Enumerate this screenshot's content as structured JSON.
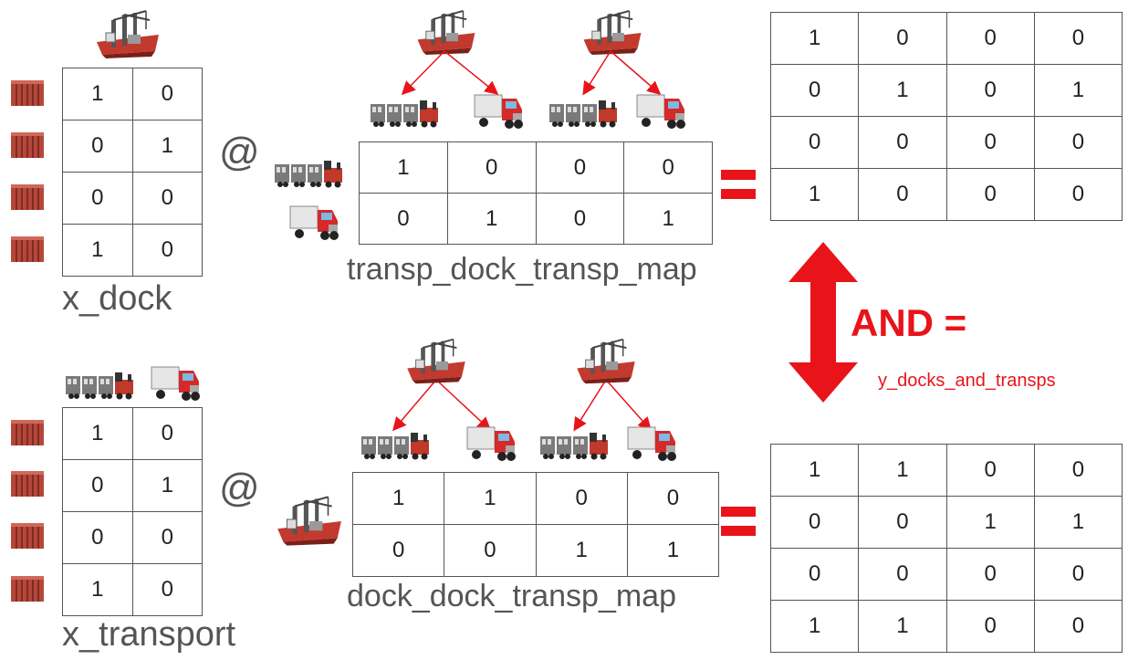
{
  "x_dock": {
    "label": "x_dock",
    "rows": [
      [
        "1",
        "0"
      ],
      [
        "0",
        "1"
      ],
      [
        "0",
        "0"
      ],
      [
        "1",
        "0"
      ]
    ]
  },
  "x_transport": {
    "label": "x_transport",
    "rows": [
      [
        "1",
        "0"
      ],
      [
        "0",
        "1"
      ],
      [
        "0",
        "0"
      ],
      [
        "1",
        "0"
      ]
    ]
  },
  "transp_dock_transp_map": {
    "label": "transp_dock_transp_map",
    "rows": [
      [
        "1",
        "0",
        "0",
        "0"
      ],
      [
        "0",
        "1",
        "0",
        "1"
      ]
    ]
  },
  "dock_dock_transp_map": {
    "label": "dock_dock_transp_map",
    "rows": [
      [
        "1",
        "1",
        "0",
        "0"
      ],
      [
        "0",
        "0",
        "1",
        "1"
      ]
    ]
  },
  "result_top": {
    "rows": [
      [
        "1",
        "0",
        "0",
        "0"
      ],
      [
        "0",
        "1",
        "0",
        "1"
      ],
      [
        "0",
        "0",
        "0",
        "0"
      ],
      [
        "1",
        "0",
        "0",
        "0"
      ]
    ]
  },
  "result_bottom": {
    "rows": [
      [
        "1",
        "1",
        "0",
        "0"
      ],
      [
        "0",
        "0",
        "1",
        "1"
      ],
      [
        "0",
        "0",
        "0",
        "0"
      ],
      [
        "1",
        "1",
        "0",
        "0"
      ]
    ]
  },
  "operators": {
    "matmul": "@",
    "and_label": "AND =",
    "and_result_name": "y_docks_and_transps"
  },
  "icons": [
    "container-icon",
    "crane-ship-icon",
    "train-icon",
    "truck-icon"
  ],
  "colors": {
    "accent_red": "#e8141a",
    "container": "#b5473a",
    "train_gray": "#7a7a7a",
    "truck_red": "#d42a2a"
  }
}
